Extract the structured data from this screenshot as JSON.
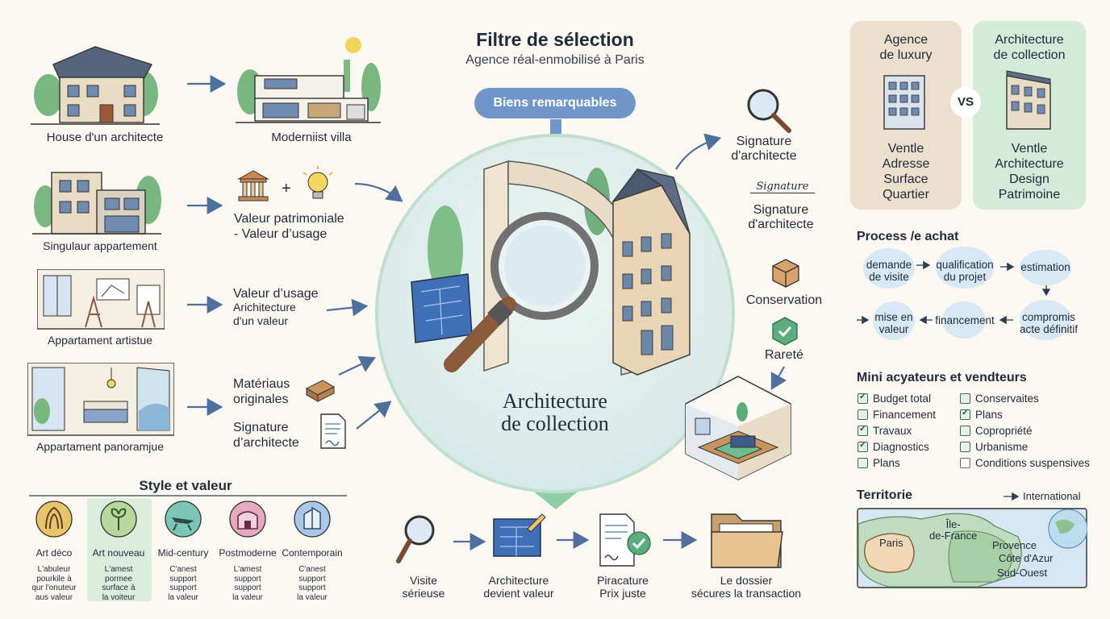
{
  "header": {
    "title": "Filtre de sélection",
    "subtitle": "Agence réal-enmobilisé à Paris",
    "pill": "Biens remarquables"
  },
  "center": {
    "label_line1": "Architecture",
    "label_line2": "de collection"
  },
  "left_rows": [
    {
      "label": "House d'un architecte",
      "target": "Moderniist villa"
    },
    {
      "label": "Singulaur appartement",
      "value_line1": "Valeur patrimoniale",
      "value_line2": "- Valeur d’usage"
    },
    {
      "label": "Appartament artistue",
      "value_title": "Valeur d’usage",
      "value_line1": "Arichitecture",
      "value_line2": "d'un valeur"
    },
    {
      "label": "Appartament panoramjue",
      "mat_line1": "Matériaus",
      "mat_line2": "originales",
      "sig_line1": "Signature",
      "sig_line2": "d’architecte"
    }
  ],
  "right_items": [
    {
      "line1": "Signature",
      "line2": "d'architecte"
    },
    {
      "script": "Signature",
      "line1": "Signature",
      "line2": "d'architecte"
    },
    {
      "line1": "Conservation"
    },
    {
      "line1": "Rareté"
    }
  ],
  "bottom_flow": [
    {
      "line1": "Visite",
      "line2": "sérieuse"
    },
    {
      "line1": "Architecture",
      "line2": "devient valeur"
    },
    {
      "line1": "Piracature",
      "line2": "Prix juste"
    },
    {
      "line1": "Le dossier",
      "line2": "sécures la transaction"
    }
  ],
  "styles": {
    "title": "Style et valeur",
    "items": [
      {
        "name": "Art déco",
        "desc": [
          "L'abuleur",
          "pourkile à",
          "qur l'onuteur",
          "aus valeur"
        ],
        "color": "#e8c46a"
      },
      {
        "name": "Art nouveau",
        "desc": [
          "L'amest",
          "pormee",
          "surface à",
          "la voiteur"
        ],
        "color": "#b9d79c"
      },
      {
        "name": "Mid-century",
        "desc": [
          "C'anest",
          "support",
          "support",
          "la valeur"
        ],
        "color": "#7cc6b6"
      },
      {
        "name": "Postmoderne",
        "desc": [
          "L'amest",
          "support",
          "support",
          "la valeur"
        ],
        "color": "#e6a9c2"
      },
      {
        "name": "Contemporain",
        "desc": [
          "C'anest",
          "support",
          "support",
          "la valeur"
        ],
        "color": "#a9c8e8"
      }
    ]
  },
  "compare": {
    "left": {
      "title_line1": "Agence",
      "title_line2": "de luxury",
      "lines": [
        "Ventle",
        "Adresse",
        "Surface",
        "Quartier"
      ],
      "color": "#ecdfcd"
    },
    "vs": "VS",
    "right": {
      "title_line1": "Architecture",
      "title_line2": "de collection",
      "lines": [
        "Ventle",
        "Architecture",
        "Design",
        "Patrimoine"
      ],
      "color": "#d3ebd9"
    }
  },
  "process": {
    "title": "Process /e achat",
    "steps": [
      {
        "line1": "demande",
        "line2": "de visite"
      },
      {
        "line1": "qualification",
        "line2": "du projet"
      },
      {
        "line1": "estimation"
      },
      {
        "line1": "compromis",
        "line2": "acte définitif"
      },
      {
        "line1": "financement"
      },
      {
        "line1": "mise en",
        "line2": "valeur"
      }
    ]
  },
  "checklist": {
    "title": "Mini acyateurs et vendteurs",
    "left": [
      {
        "label": "Budget total",
        "checked": true
      },
      {
        "label": "Financement",
        "checked": false
      },
      {
        "label": "Travaux",
        "checked": true
      },
      {
        "label": "Diagnostics",
        "checked": true
      },
      {
        "label": "Plans",
        "checked": false
      }
    ],
    "right": [
      {
        "label": "Conservaites",
        "checked": false
      },
      {
        "label": "Plans",
        "checked": true
      },
      {
        "label": "Copropriété",
        "checked": false
      },
      {
        "label": "Urbanisme",
        "checked": false
      },
      {
        "label": "Conditions suspensives",
        "checked": false,
        "empty": true
      }
    ]
  },
  "territory": {
    "title": "Territorie",
    "international": "International",
    "regions": [
      "Paris",
      "Île-",
      "de-France",
      "Provence",
      "Côte d'Azur",
      "Sud-Ouest"
    ]
  },
  "colors": {
    "accent_blue": "#6f95c9",
    "circle": "#dcebea",
    "dark": "#1f2a3a",
    "green": "#6fbd8d"
  }
}
